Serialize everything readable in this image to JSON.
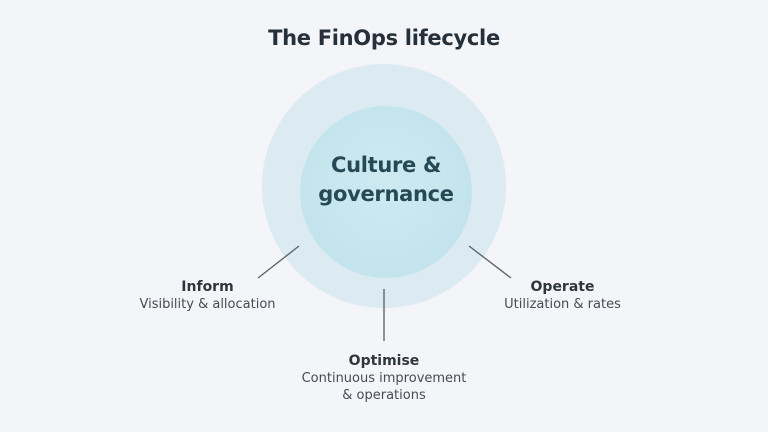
{
  "title": "The FinOps lifecycle",
  "center": {
    "line1": "Culture &",
    "line2": "governance"
  },
  "stages": {
    "inform": {
      "name": "Inform",
      "description": "Visibility & allocation"
    },
    "operate": {
      "name": "Operate",
      "description": "Utilization & rates"
    },
    "optimise": {
      "name": "Optimise",
      "description_line1": "Continuous improvement",
      "description_line2": "& operations"
    }
  },
  "colors": {
    "background": "#f3f5f8",
    "outer_ring": "#dcebf1",
    "inner_circle": "#c7e6ee",
    "connector": "#5f676c",
    "title_text": "#26303a",
    "center_text": "#254a55"
  }
}
